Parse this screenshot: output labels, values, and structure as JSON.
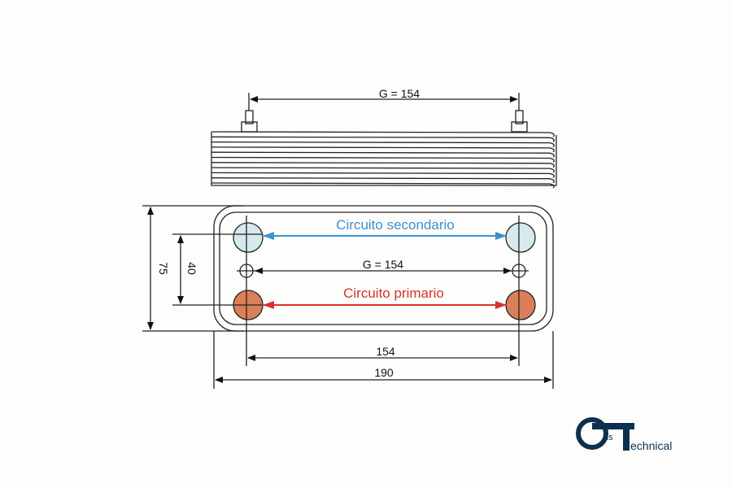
{
  "side_view": {
    "dimension_label": "G = 154"
  },
  "front_view": {
    "secondary_label": "Circuito secondario",
    "primary_label": "Circuito primario",
    "center_dimension_label": "G = 154",
    "height_label": "75",
    "port_spacing_label": "40",
    "port_width_label": "154",
    "total_width_label": "190"
  },
  "colors": {
    "secondary": "#3a92cf",
    "primary": "#d8322c",
    "secondary_port": "#d6eaee",
    "primary_port": "#d9805a",
    "logo": "#0d2f4f"
  },
  "logo": {
    "text_top": "ris",
    "text_bottom": "echnical"
  }
}
